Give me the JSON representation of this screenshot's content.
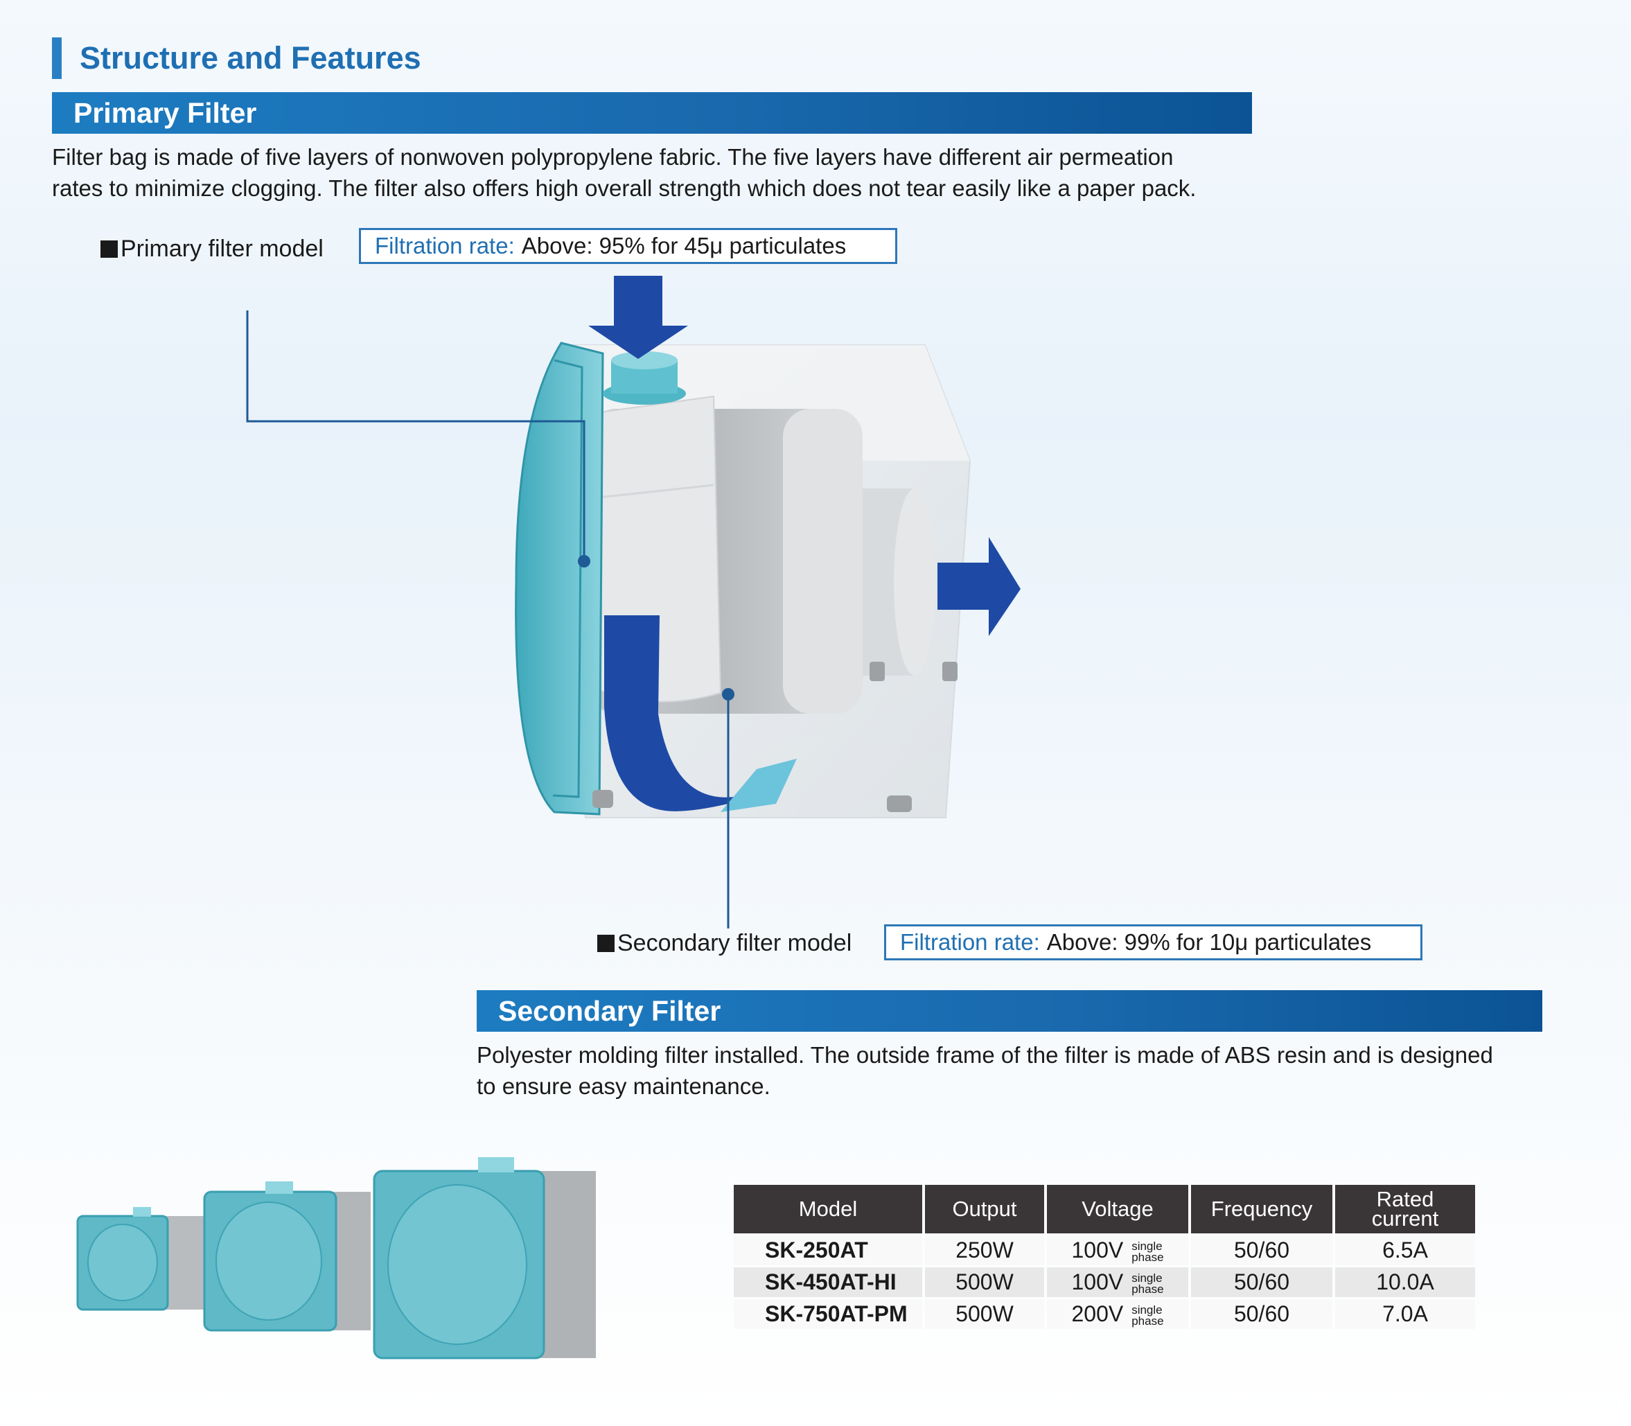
{
  "page": {
    "title": "Structure and Features"
  },
  "primary": {
    "heading": "Primary Filter",
    "description_line1": "Filter bag is made of five layers of nonwoven polypropylene fabric. The five layers have different air permeation",
    "description_line2": "rates to minimize clogging. The filter also offers high overall strength which does not tear easily like a paper pack.",
    "model_label": "Primary filter model",
    "rate_label": "Filtration rate:",
    "rate_value": "Above: 95% for 45μ particulates"
  },
  "secondary": {
    "heading": "Secondary Filter",
    "description_line1": "Polyester molding filter installed. The outside frame of the filter is made of ABS resin and is designed",
    "description_line2": "to ensure easy maintenance.",
    "model_label": "Secondary filter model",
    "rate_label": "Filtration rate:",
    "rate_value": "Above: 99% for 10μ particulates"
  },
  "table": {
    "headers": [
      "Model",
      "Output",
      "Voltage",
      "Frequency",
      "Rated",
      "current"
    ],
    "rows": [
      {
        "model": "SK-250AT",
        "output": "250W",
        "voltage": "100V",
        "phase1": "single",
        "phase2": "phase",
        "frequency": "50/60",
        "current": "6.5A"
      },
      {
        "model": "SK-450AT-HI",
        "output": "500W",
        "voltage": "100V",
        "phase1": "single",
        "phase2": "phase",
        "frequency": "50/60",
        "current": "10.0A"
      },
      {
        "model": "SK-750AT-PM",
        "output": "500W",
        "voltage": "200V",
        "phase1": "single",
        "phase2": "phase",
        "frequency": "50/60",
        "current": "7.0A"
      }
    ]
  },
  "colors": {
    "accent_blue": "#1f6fb2",
    "arrow_blue": "#1e4aa6",
    "teal": "#6fc4d2",
    "table_header": "#3a3536"
  }
}
